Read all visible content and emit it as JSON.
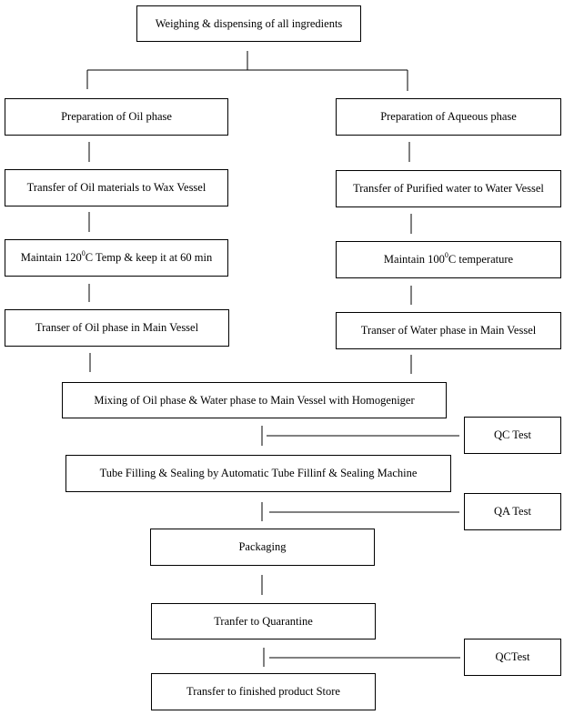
{
  "flowchart": {
    "steps": {
      "weighing": "Weighing & dispensing of all ingredients",
      "oil_prep": "Preparation of Oil phase",
      "aq_prep": "Preparation of Aqueous phase",
      "oil_transfer": "Transfer of Oil materials to Wax Vessel",
      "water_transfer": "Transfer of Purified water to Water Vessel",
      "oil_maintain": {
        "pre": "Maintain 120",
        "sup": "0",
        "post": "C Temp & keep it at 60 min"
      },
      "water_maintain": {
        "pre": "Maintain 100",
        "sup": "0",
        "post": "C temperature"
      },
      "oil_main": "Transer of Oil phase in Main Vessel",
      "water_main": "Transer of Water phase in Main Vessel",
      "mixing": "Mixing of Oil phase & Water phase to Main Vessel with Homogeniger",
      "qc_test_1": "QC Test",
      "tube_filling": "Tube Filling & Sealing by Automatic Tube Fillinf & Sealing Machine",
      "qa_test": "QA Test",
      "packaging": "Packaging",
      "quarantine": "Tranfer to Quarantine",
      "qc_test_2": "QCTest",
      "store": "Transfer to finished product Store"
    }
  }
}
